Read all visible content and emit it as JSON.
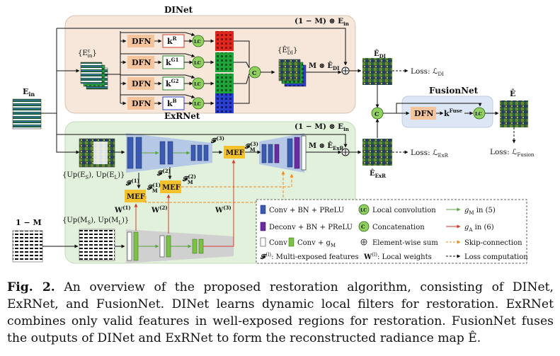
{
  "figure": {
    "dinet_title": "DINet",
    "exrnet_title": "ExRNet",
    "fusionnet_title": "FusionNet",
    "e_in": "E",
    "e_in_sub": "in",
    "e_in_c": "{E",
    "e_in_c_sup": "c",
    "e_in_c_sub": "in",
    "e_in_c_close": "}",
    "e_di_c": "{Ê",
    "e_di_c_sup": "c",
    "e_di_c_sub": "DI",
    "e_di_c_close": "}",
    "dfn": "DFN",
    "kernels": [
      "k",
      "k",
      "k",
      "k"
    ],
    "kernel_sups": [
      "R",
      "G1",
      "G2",
      "B"
    ],
    "lc": "LC",
    "c": "C",
    "one_minus_m_top": "(1 − M) ⊗ E",
    "one_minus_m_top_sub": "in",
    "m_e_di": "M ⊗ Ê",
    "m_e_di_sub": "DI",
    "e_di_out": "Ê",
    "e_di_out_sub": "DI",
    "loss_di": "Loss: ℒ",
    "loss_di_sub": "DI",
    "kfuse": "k",
    "kfuse_sup": "Fuse",
    "e_hat": "Ê",
    "loss_fusion": "Loss: ℒ",
    "loss_fusion_sub": "Fusion",
    "one_minus_m_bot": "(1 − M) ⊗ E",
    "one_minus_m_bot_sub": "in",
    "m_e_exr": "M ⊗ Ê",
    "m_e_exr_sub": "ExR",
    "e_exr_out": "Ê",
    "e_exr_out_sub": "ExR",
    "loss_exr": "Loss: ℒ",
    "loss_exr_sub": "ExR",
    "up_e": "{Up(E",
    "up_e_s": "S",
    "up_e_mid": "), Up(E",
    "up_e_l": "L",
    "up_e_close": ")}",
    "one_minus_m": "1 − M",
    "up_m": "{Up(M",
    "up_m_s": "S",
    "up_m_mid": "), Up(M",
    "up_m_l": "L",
    "up_m_close": ")}",
    "mef": "MEF",
    "f_labels": [
      "𝓕",
      "𝓕",
      "𝓕"
    ],
    "f_sups": [
      "(1)",
      "(2)",
      "(3)"
    ],
    "fm_labels": [
      "𝓕",
      "𝓕",
      "𝓕"
    ],
    "fm_sups": [
      "(1)",
      "(2)",
      "(3)"
    ],
    "fm_sub": "M",
    "w_labels": [
      "W",
      "W",
      "W"
    ],
    "w_sups": [
      "(1)",
      "(2)",
      "(3)"
    ],
    "legend": {
      "conv_bn": "Conv + BN + PReLU",
      "lc_text": "Local convolution",
      "gm": "g",
      "gm_sub": "M",
      "gm_ref": " in (5)",
      "deconv_bn": "Deconv + BN + PReLU",
      "concat": "Concatenation",
      "ga": "g",
      "ga_sub": "A",
      "ga_ref": " in (6)",
      "conv": "Conv",
      "conv_gm": "Conv + g",
      "conv_gm_sub": "M",
      "ewsum": "Element-wise sum",
      "skip": "Skip-connection",
      "mef_feat_sym": "𝓕",
      "mef_feat_sup": "(l)",
      "mef_feat": ": Multi-exposed features",
      "local_w_sym": "W",
      "local_w_sup": "(l)",
      "local_w": ": Local weights",
      "loss_comp": "Loss computation"
    },
    "colors": {
      "dinet_bg": "#f6e7da",
      "exrnet_bg": "#e2f1dc",
      "fusion_bg": "#dce6f4",
      "dfn_fill": "#f5c39c",
      "lc_fill": "#8fd05f",
      "mef_fill": "#f3c12b",
      "conv_blue": "#3b5bb0",
      "deconv_purple": "#6a2ca0",
      "green_block": "#7cc242",
      "trap_blue": "#b5c8e6",
      "trap_gray": "#d0d0d0",
      "ga_arrow": "#d63a2a",
      "skip_arrow": "#f08a1d"
    }
  },
  "caption": {
    "label": "Fig. 2.",
    "text": " An overview of the proposed restoration algorithm, consisting of DINet, ExRNet, and FusionNet. DINet learns dynamic local filters for restoration. ExRNet combines only valid features in well-exposed regions for restoration. FusionNet fuses the outputs of DINet and ExRNet to form the reconstructed radiance map Ê."
  }
}
